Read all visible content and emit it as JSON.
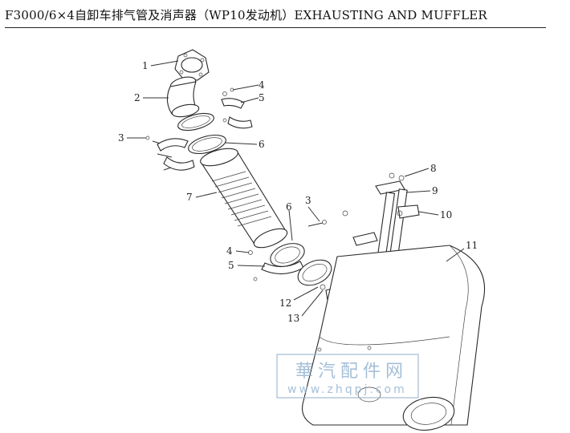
{
  "title": "F3000/6×4自卸车排气管及消声器（WP10发动机）EXHAUSTING AND MUFFLER",
  "callouts": [
    "1",
    "2",
    "3",
    "4",
    "5",
    "6",
    "7",
    "6",
    "8",
    "9",
    "10",
    "11",
    "3",
    "4",
    "5",
    "12",
    "13"
  ],
  "watermark": {
    "name": "華汽配件网",
    "url": "www.zhqpj.com"
  }
}
